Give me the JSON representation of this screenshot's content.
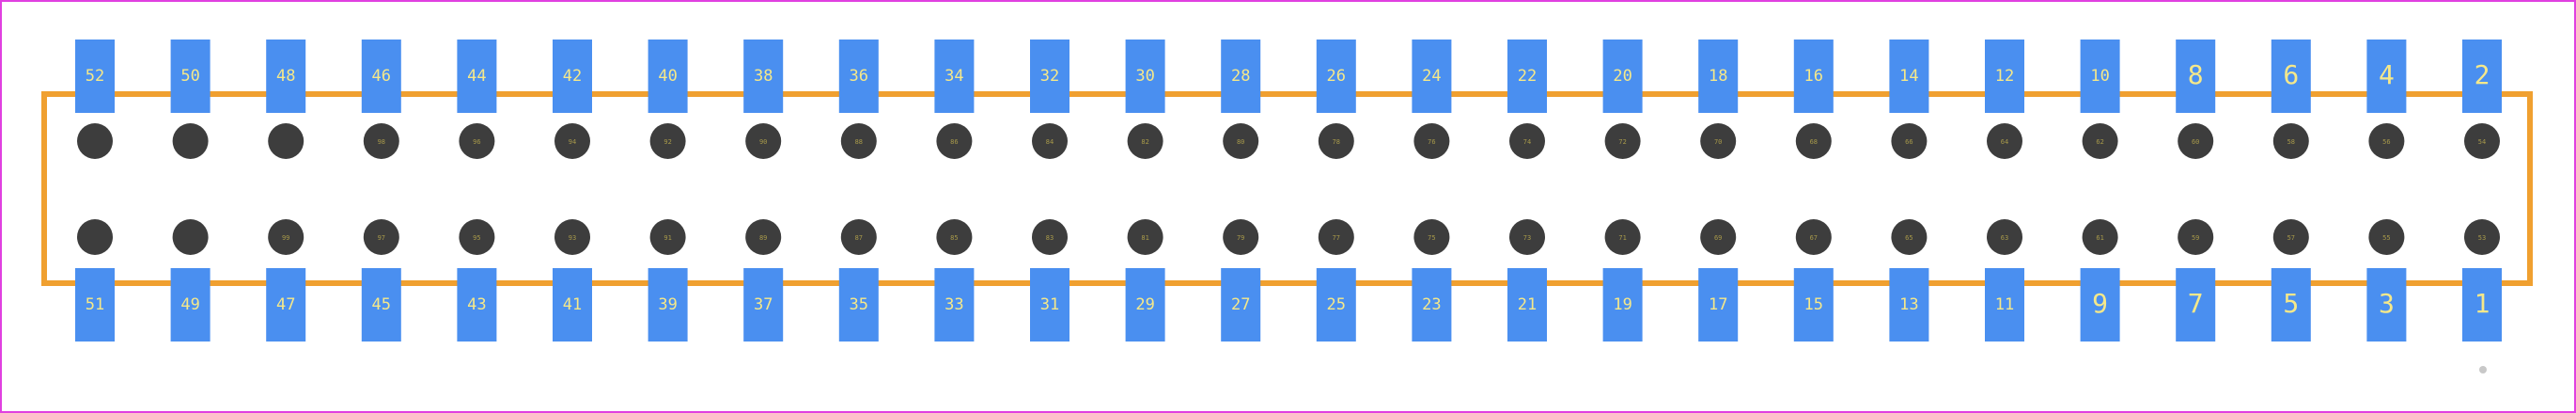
{
  "colors": {
    "background": "#ffffff",
    "frame_border": "#e040e0",
    "outline": "#f0a030",
    "pad": "#4a8ff0",
    "pad_label": "#f5e88a",
    "hole": "#3d3d3d",
    "hole_label": "#a89a4a",
    "marker": "#c8c8c8"
  },
  "top_pads": [
    "52",
    "50",
    "48",
    "46",
    "44",
    "42",
    "40",
    "38",
    "36",
    "34",
    "32",
    "30",
    "28",
    "26",
    "24",
    "22",
    "20",
    "18",
    "16",
    "14",
    "12",
    "10",
    "8",
    "6",
    "4",
    "2"
  ],
  "bottom_pads": [
    "51",
    "49",
    "47",
    "45",
    "43",
    "41",
    "39",
    "37",
    "35",
    "33",
    "31",
    "29",
    "27",
    "25",
    "23",
    "21",
    "19",
    "17",
    "15",
    "13",
    "11",
    "9",
    "7",
    "5",
    "3",
    "1"
  ],
  "upper_holes": [
    "",
    "",
    "",
    "98",
    "96",
    "94",
    "92",
    "90",
    "88",
    "86",
    "84",
    "82",
    "80",
    "78",
    "76",
    "74",
    "72",
    "70",
    "68",
    "66",
    "64",
    "62",
    "60",
    "58",
    "56",
    "54"
  ],
  "lower_holes": [
    "",
    "",
    "99",
    "97",
    "95",
    "93",
    "91",
    "89",
    "87",
    "85",
    "83",
    "81",
    "79",
    "77",
    "75",
    "73",
    "71",
    "69",
    "67",
    "65",
    "63",
    "61",
    "59",
    "57",
    "55",
    "53"
  ]
}
